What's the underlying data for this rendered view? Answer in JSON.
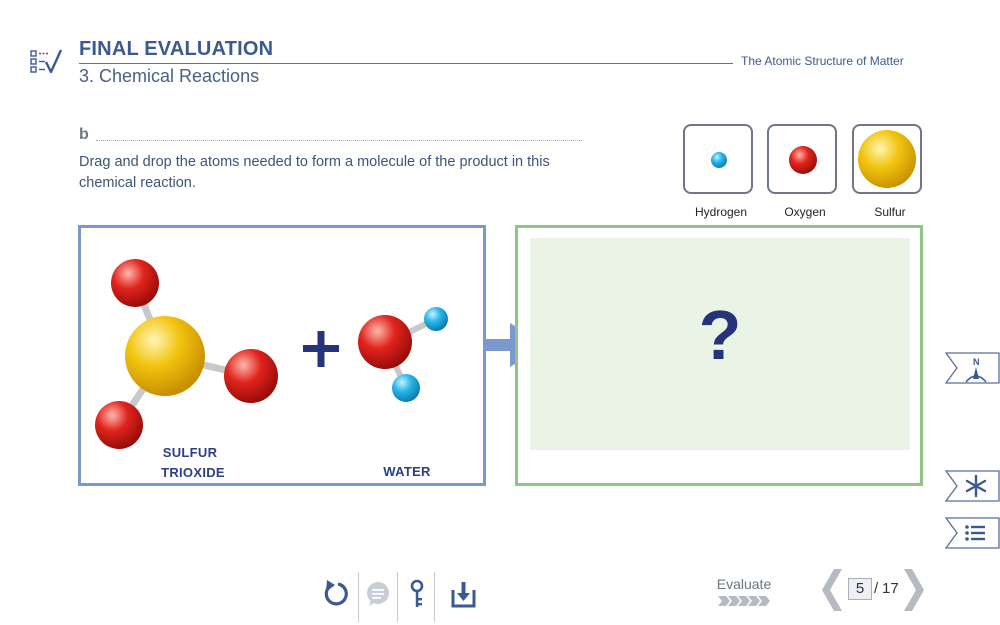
{
  "header": {
    "title": "FINAL EVALUATION",
    "section": "3. Chemical Reactions",
    "course": "The Atomic Structure of Matter"
  },
  "question": {
    "letter": "b",
    "text": "Drag and drop the atoms needed to form a molecule of the product in this chemical reaction."
  },
  "atoms": [
    {
      "label": "Hydrogen",
      "color": "#29b6e8"
    },
    {
      "label": "Oxygen",
      "color": "#e0241e"
    },
    {
      "label": "Sulfur",
      "color": "#f2c40f"
    }
  ],
  "reaction": {
    "reactant1_line1": "SULFUR",
    "reactant1_line2": "TRIOXIDE",
    "operator": "+",
    "reactant2": "WATER"
  },
  "product": {
    "placeholder": "?"
  },
  "side_tabs": [
    {
      "icon": "compass-icon",
      "letter": "N"
    },
    {
      "icon": "asterisk-icon"
    },
    {
      "icon": "list-icon"
    }
  ],
  "toolbar": {
    "icons": [
      "reset-icon",
      "comment-icon",
      "key-icon",
      "download-icon"
    ],
    "evaluate_label": "Evaluate"
  },
  "pager": {
    "current": "5",
    "total": "17",
    "separator": "/"
  },
  "colors": {
    "title_blue": "#3c5a8f",
    "reaction_border": "#7d97cf",
    "product_border": "#8fc585",
    "drop_zone_bg": "#e9f4e6",
    "hydrogen": "#29b6e8",
    "oxygen": "#e0241e",
    "sulfur": "#f2c40f"
  }
}
